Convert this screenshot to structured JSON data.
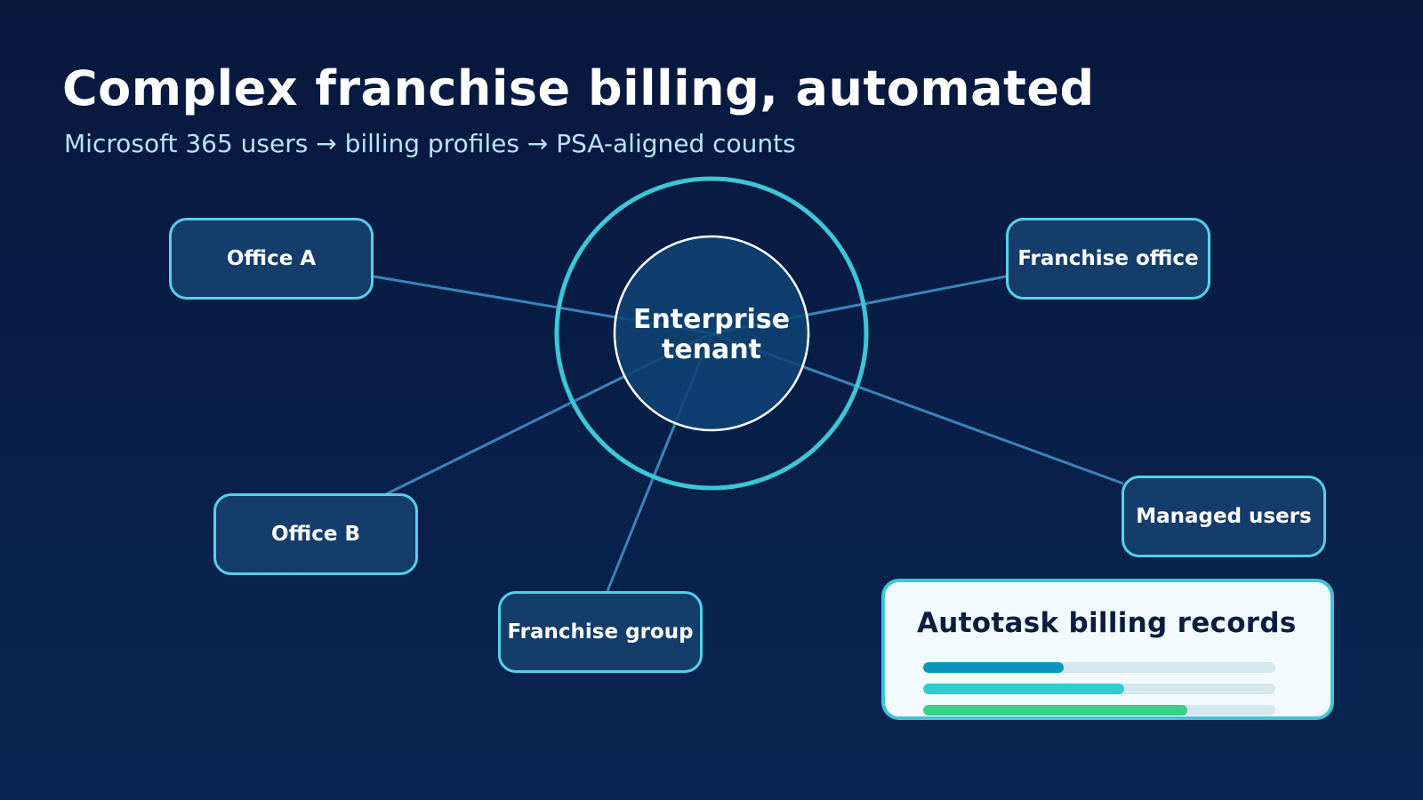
{
  "title": "Complex franchise billing, automated",
  "subtitle": "Microsoft 365 users → billing profiles → PSA-aligned counts",
  "center": {
    "label": "Enterprise tenant"
  },
  "nodes": [
    {
      "id": "office-a",
      "label": "Office A"
    },
    {
      "id": "franchise-office",
      "label": "Franchise office"
    },
    {
      "id": "office-b",
      "label": "Office B"
    },
    {
      "id": "franchise-group",
      "label": "Franchise group"
    },
    {
      "id": "managed-users",
      "label": "Managed users"
    }
  ],
  "billing_card": {
    "title": "Autotask billing records",
    "bars": [
      {
        "fill": 0.4,
        "color": "#0797bf"
      },
      {
        "fill": 0.57,
        "color": "#2fccd2"
      },
      {
        "fill": 0.75,
        "color": "#3ecd8a"
      }
    ]
  },
  "colors": {
    "background": "#0a2554",
    "accent_ring": "#3cc6d6",
    "node_fill": "#143d6b",
    "node_border": "#56d0ea",
    "connector": "#3a85b8"
  }
}
